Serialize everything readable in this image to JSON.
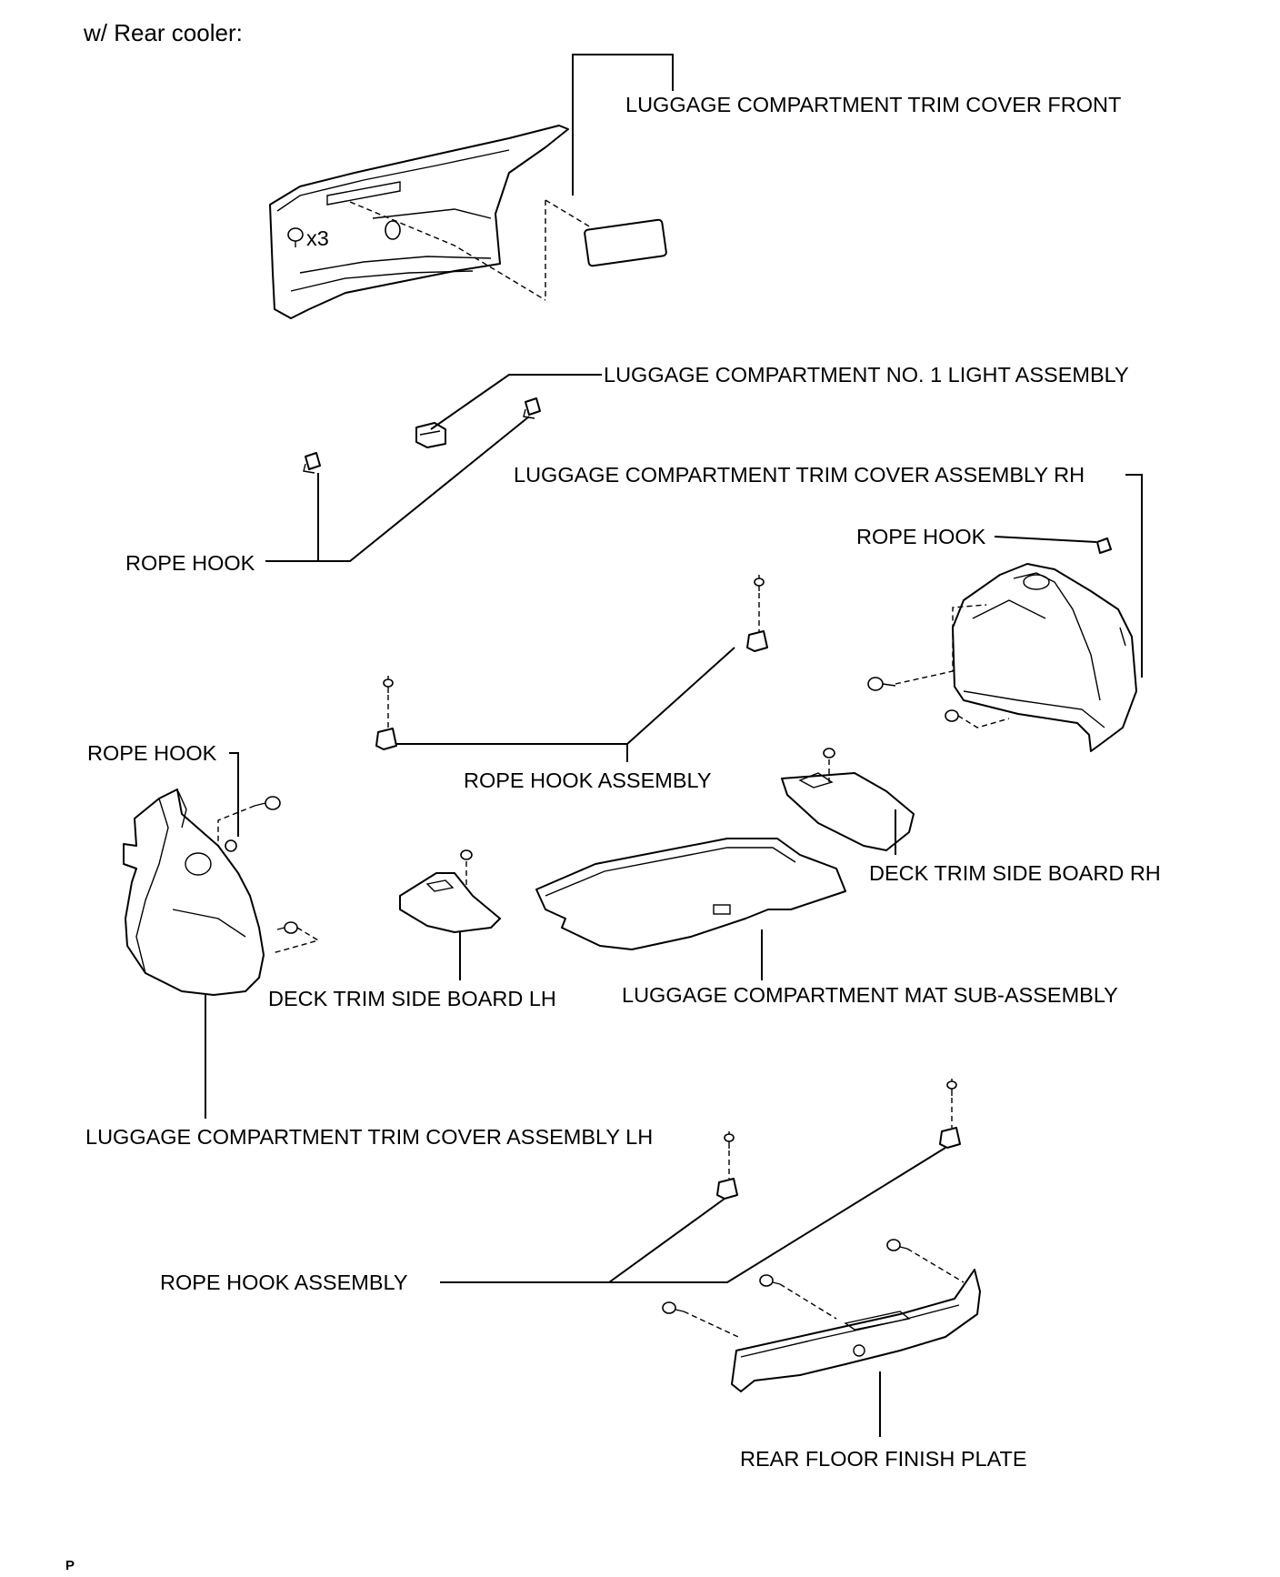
{
  "header": {
    "condition": "w/ Rear cooler:"
  },
  "labels": {
    "trim_cover_front": "LUGGAGE COMPARTMENT TRIM COVER FRONT",
    "clip_qty": "x3",
    "light_assembly": "LUGGAGE COMPARTMENT NO. 1 LIGHT ASSEMBLY",
    "trim_cover_rh": "LUGGAGE COMPARTMENT TRIM COVER ASSEMBLY RH",
    "rope_hook_upper_left": "ROPE HOOK",
    "rope_hook_rh": "ROPE HOOK",
    "rope_hook_lh": "ROPE HOOK",
    "rope_hook_assembly_upper": "ROPE HOOK ASSEMBLY",
    "deck_board_rh": "DECK TRIM SIDE BOARD RH",
    "deck_board_lh": "DECK TRIM SIDE BOARD LH",
    "mat_sub_assembly": "LUGGAGE COMPARTMENT MAT SUB-ASSEMBLY",
    "trim_cover_lh": "LUGGAGE COMPARTMENT TRIM COVER ASSEMBLY LH",
    "rope_hook_assembly_lower": "ROPE HOOK ASSEMBLY",
    "rear_floor_plate": "REAR FLOOR FINISH PLATE"
  },
  "footer": {
    "mark": "P"
  }
}
